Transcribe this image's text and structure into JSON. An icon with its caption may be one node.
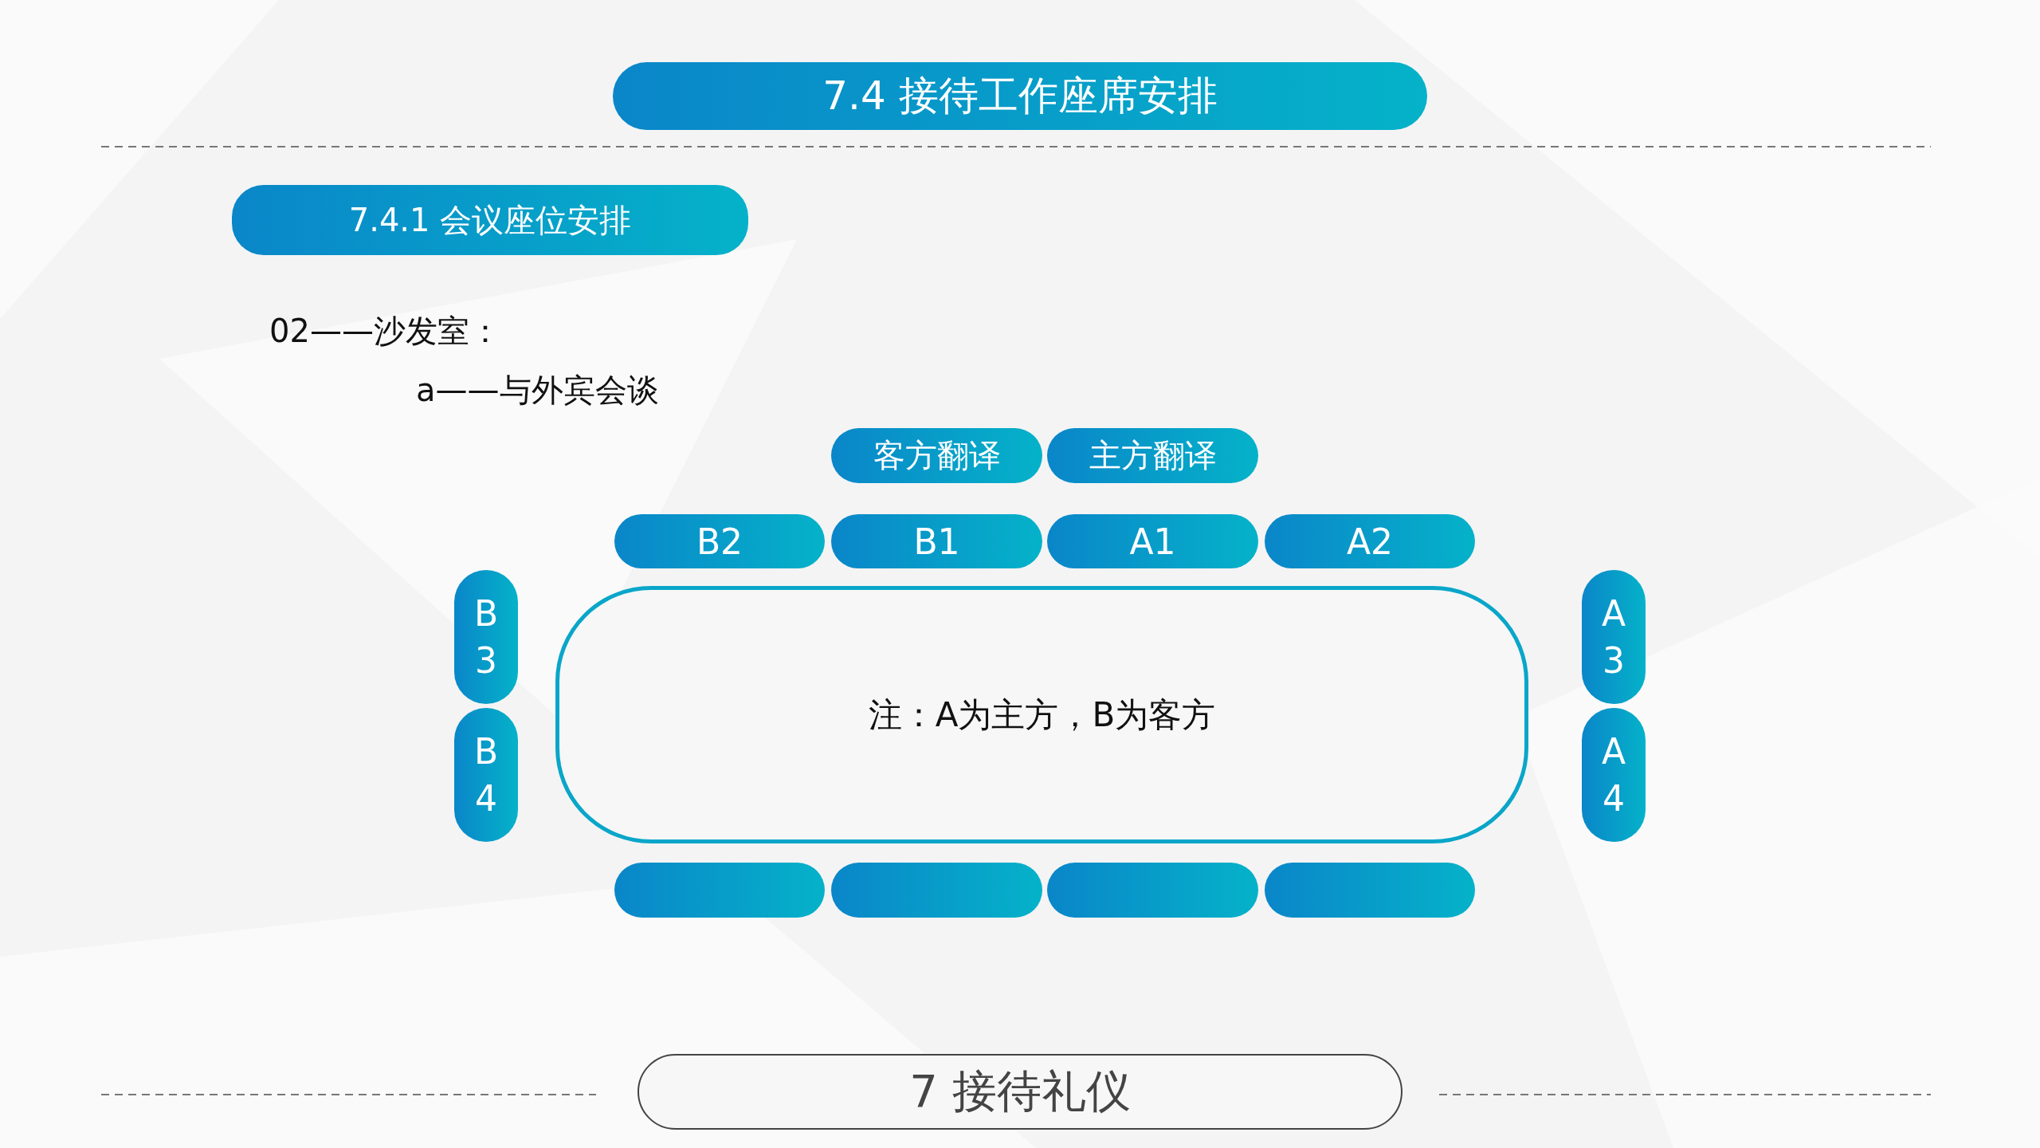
{
  "diagram": {
    "title": "7.4  接待工作座席安排",
    "nodes": [
      {
        "text": [
          "7.4.1  会议座位安排"
        ]
      },
      {
        "text": [
          "客方翻译"
        ]
      },
      {
        "text": [
          "主方翻译"
        ]
      },
      {
        "text": [
          "B2"
        ]
      },
      {
        "text": [
          "B1"
        ]
      },
      {
        "text": [
          "A1"
        ]
      },
      {
        "text": [
          "A2"
        ]
      },
      {
        "text": [
          "B3"
        ]
      },
      {
        "text": [
          "B4"
        ]
      },
      {
        "text": [
          "注：A为主方，B为客方"
        ]
      },
      {
        "text": [
          "A3"
        ]
      },
      {
        "text": [
          "A4"
        ]
      },
      {
        "text": [],
        "shape": "bar"
      },
      {
        "text": [],
        "shape": "bar"
      },
      {
        "text": [],
        "shape": "bar"
      },
      {
        "text": [],
        "shape": "bar"
      },
      {
        "text": [
          "7  接待礼仪"
        ]
      }
    ],
    "edges": [],
    "labels": [
      "02——沙发室：",
      "a——与外宾会谈"
    ]
  }
}
